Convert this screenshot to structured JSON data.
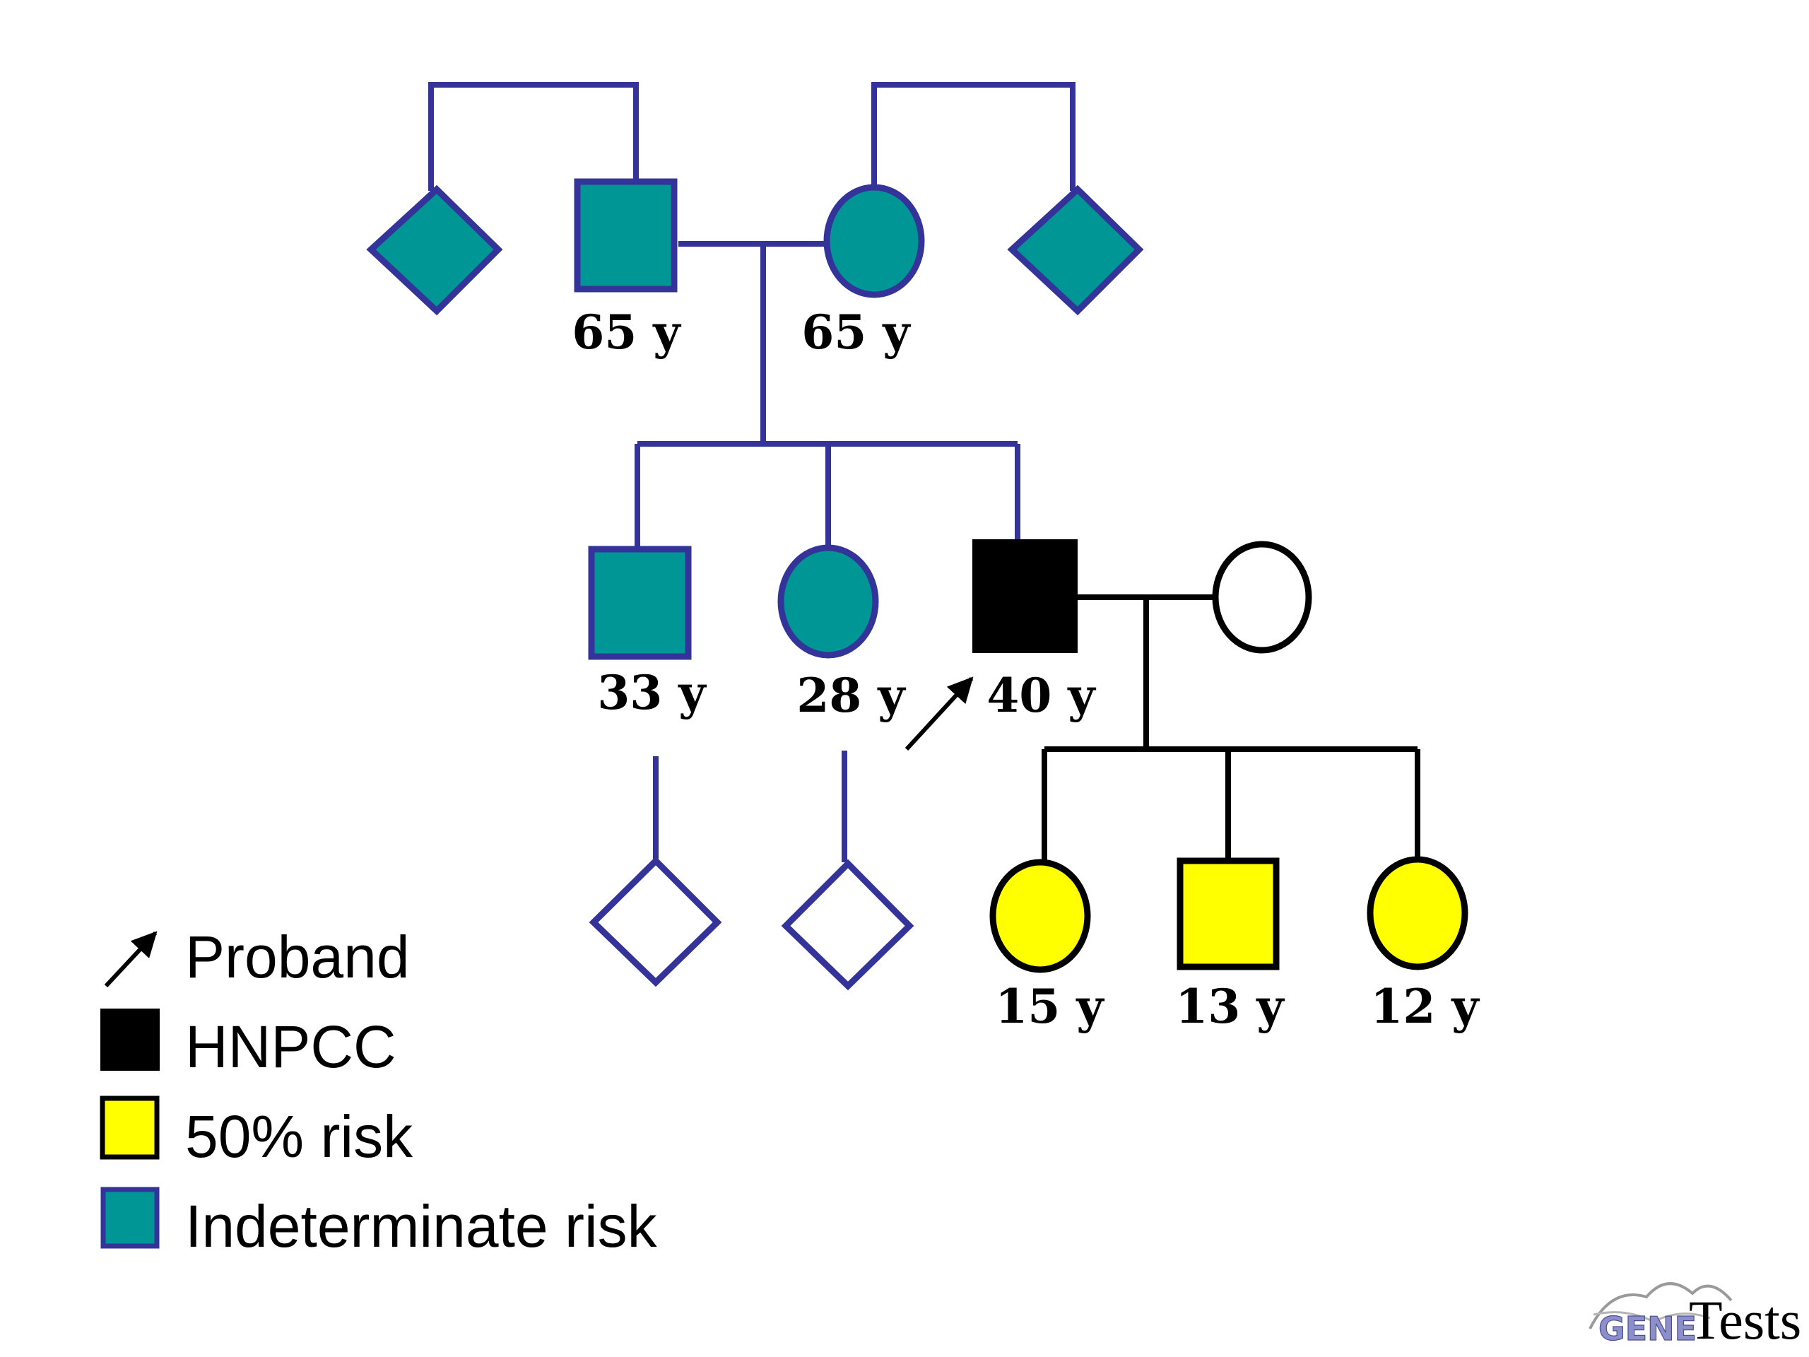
{
  "colors": {
    "line_blue": "#33339a",
    "line_black": "#000000",
    "indeterminate": "#009696",
    "affected": "#000000",
    "at_risk": "#ffff00",
    "unknown": "#ffffff"
  },
  "pedigree": {
    "generation_1": {
      "father_age": "65 y",
      "mother_age": "65 y"
    },
    "generation_2": {
      "brother_age": "33 y",
      "sister_age": "28 y",
      "proband_age": "40 y"
    },
    "generation_3": {
      "daughter1_age": "15 y",
      "son_age": "13 y",
      "daughter2_age": "12 y"
    }
  },
  "legend": {
    "proband": "Proband",
    "hnpcc": "HNPCC",
    "risk50": "50% risk",
    "indeterminate": "Indeterminate risk"
  },
  "logo": {
    "gene": "GENE",
    "tests": "Tests"
  }
}
